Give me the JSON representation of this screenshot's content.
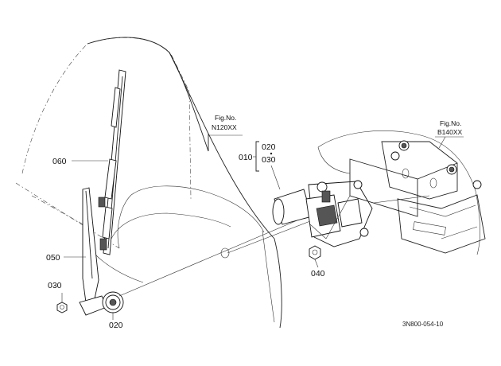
{
  "labels": {
    "fig_ref_left_1": "Fig.No.",
    "fig_ref_left_2": "N120XX",
    "fig_ref_right_1": "Fig.No.",
    "fig_ref_right_2": "B140XX",
    "p010": "010",
    "p020_group": "020",
    "p030_group": "030",
    "p060": "060",
    "p050": "050",
    "p030": "030",
    "p020": "020",
    "p040": "040",
    "drawing_code": "3N800-054-10"
  }
}
